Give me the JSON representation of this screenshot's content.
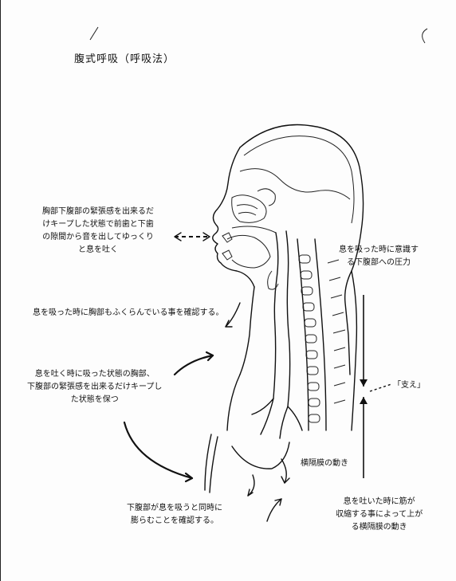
{
  "title": "腹式呼吸（呼吸法）",
  "labels": {
    "exhale_instruction_lines": [
      "胸部下腹部の緊張感を出来るだ",
      "けキープした状態で前歯と下歯",
      "の隙間から音を出してゆっくり",
      "と息を吐く"
    ],
    "chest_inflate": "息を吸った時に胸部もふくらんでいる事を確認する。",
    "keep_tension_lines": [
      "息を吐く時に吸った状態の胸部、",
      "下腹部の緊張感を出来るだけキープし",
      "た状態を保つ"
    ],
    "lower_abdomen_lines": [
      "下腹部が息を吸うと同時に",
      "膨らむことを確認する。"
    ],
    "diaphragm_move": "横隔膜の動き",
    "inhale_pressure_lines": [
      "息を吸った時に意識す",
      "る下腹部への圧力"
    ],
    "support": "「支え」",
    "exhale_diaphragm_lines": [
      "息を吐いた時に筋が",
      "収縮する事によって上が",
      "る横隔膜の動き"
    ]
  }
}
